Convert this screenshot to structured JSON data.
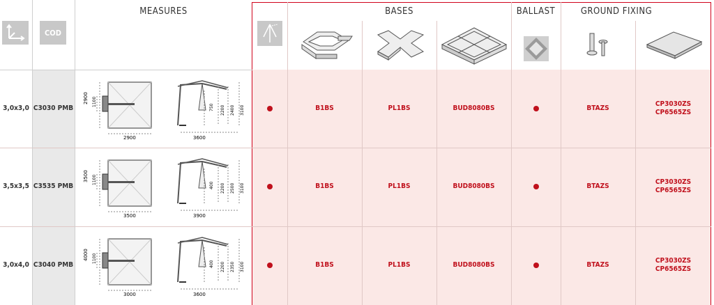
{
  "headers": {
    "measures": "MEASURES",
    "bases": "BASES",
    "ballast": "BALLAST",
    "ground_fixing": "GROUND FIXING",
    "cod": "COD"
  },
  "icons": [
    "axes-icon",
    "umbrella-icon",
    "base-b1bs-icon",
    "base-pl1bs-icon",
    "base-bud8080bs-icon",
    "ballast-tile-icon",
    "ground-anchor-icon",
    "ground-plate-icon"
  ],
  "rows": [
    {
      "size": "3,0x3,0",
      "code": "C3030 PMB",
      "top_view": {
        "side": "2900",
        "arm": "1100",
        "bottom": "2900"
      },
      "side_view": {
        "h1": "750",
        "h2": "2200",
        "h3": "2400",
        "h4": "3100",
        "bottom": "3600"
      },
      "dot1": true,
      "base1": "B1BS",
      "base2": "PL1BS",
      "base3": "BUD8080BS",
      "dot2": true,
      "fix1": "BTAZS",
      "fix2_a": "CP3030ZS",
      "fix2_b": "CP6565ZS"
    },
    {
      "size": "3,5x3,5",
      "code": "C3535 PMB",
      "top_view": {
        "side": "3500",
        "arm": "1100",
        "bottom": "3500"
      },
      "side_view": {
        "h1": "400",
        "h2": "2200",
        "h3": "2500",
        "h4": "3100",
        "bottom": "3900"
      },
      "dot1": true,
      "base1": "B1BS",
      "base2": "PL1BS",
      "base3": "BUD8080BS",
      "dot2": true,
      "fix1": "BTAZS",
      "fix2_a": "CP3030ZS",
      "fix2_b": "CP6565ZS"
    },
    {
      "size": "3,0x4,0",
      "code": "C3040 PMB",
      "top_view": {
        "side": "4000",
        "arm": "1100",
        "bottom": "3000"
      },
      "side_view": {
        "h1": "400",
        "h2": "2200",
        "h3": "2350",
        "h4": "3100",
        "bottom": "3600"
      },
      "dot1": true,
      "base1": "B1BS",
      "base2": "PL1BS",
      "base3": "BUD8080BS",
      "dot2": true,
      "fix1": "BTAZS",
      "fix2_a": "CP3030ZS",
      "fix2_b": "CP6565ZS"
    }
  ]
}
